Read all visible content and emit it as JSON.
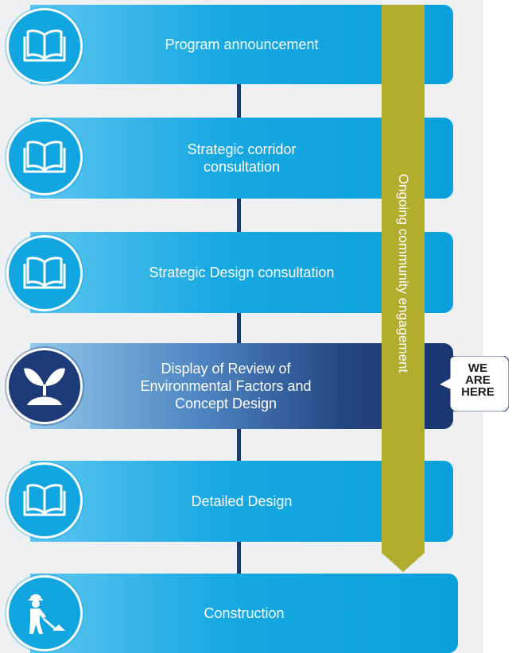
{
  "stages": [
    {
      "label": "Program announcement",
      "icon": "book-icon"
    },
    {
      "label": "Strategic corridor\nconsultation",
      "icon": "book-icon"
    },
    {
      "label": "Strategic Design consultation",
      "icon": "book-icon"
    },
    {
      "label": "Display of Review of\nEnvironmental Factors and\nConcept Design",
      "icon": "sprout-icon",
      "current": true
    },
    {
      "label": "Detailed Design",
      "icon": "book-icon"
    },
    {
      "label": "Construction",
      "icon": "construction-worker-icon"
    }
  ],
  "engagement_label": "Ongoing community engagement",
  "callout_label": "WE\nARE\nHERE",
  "colors": {
    "stage_blue": "#0aa0dc",
    "current_navy": "#1b3670",
    "engagement_olive": "#b2ad2d",
    "connector": "#1f3a6b"
  }
}
